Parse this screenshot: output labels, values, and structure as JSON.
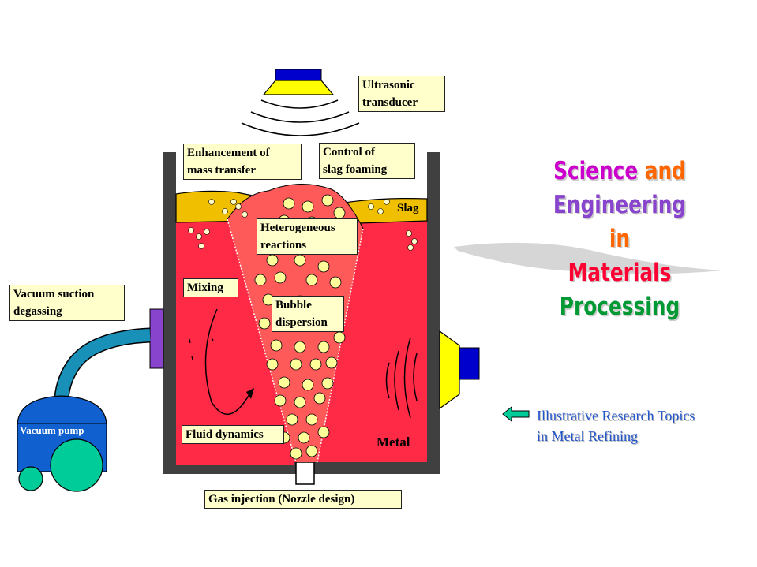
{
  "labels": {
    "ultrasonic": "Ultrasonic\ntransducer",
    "enhancement": "Enhancement of\nmass transfer",
    "control": "Control of\nslag foaming",
    "slag": "Slag",
    "heterogeneous": "Heterogeneous\nreactions",
    "mixing": "Mixing",
    "bubble": "Bubble\ndispersion",
    "vacuum_suction": "Vacuum suction\ndegassing",
    "vacuum_pump": "Vacuum pump",
    "fluid_dynamics": "Fluid dynamics",
    "metal": "Metal",
    "gas_injection": "Gas injection (Nozzle design)"
  },
  "title": {
    "line1": [
      "Science",
      "and",
      "Engineering"
    ],
    "line2": "in",
    "line3": [
      "Materials",
      "Processing"
    ]
  },
  "note": "Illustrative Research Topics\nin Metal Refining",
  "colors": {
    "metal": "#ff2a45",
    "plume": "#ff5a5a",
    "slag": "#f0c000",
    "bubble": "#ffff99",
    "wall": "#404040",
    "transducer_base": "#ffff00",
    "transducer_top": "#0000cc",
    "pump_body": "#1060d0",
    "wheel": "#00cc99",
    "hose": "#1890b8",
    "port": "#8844cc",
    "note": "#2255cc",
    "label_bg": "#ffffcc",
    "title_science": "#cc00cc",
    "title_and": "#ff6600",
    "title_engineering": "#8844cc",
    "title_in": "#ff6600",
    "title_materials": "#ff0033",
    "title_processing": "#009933"
  }
}
